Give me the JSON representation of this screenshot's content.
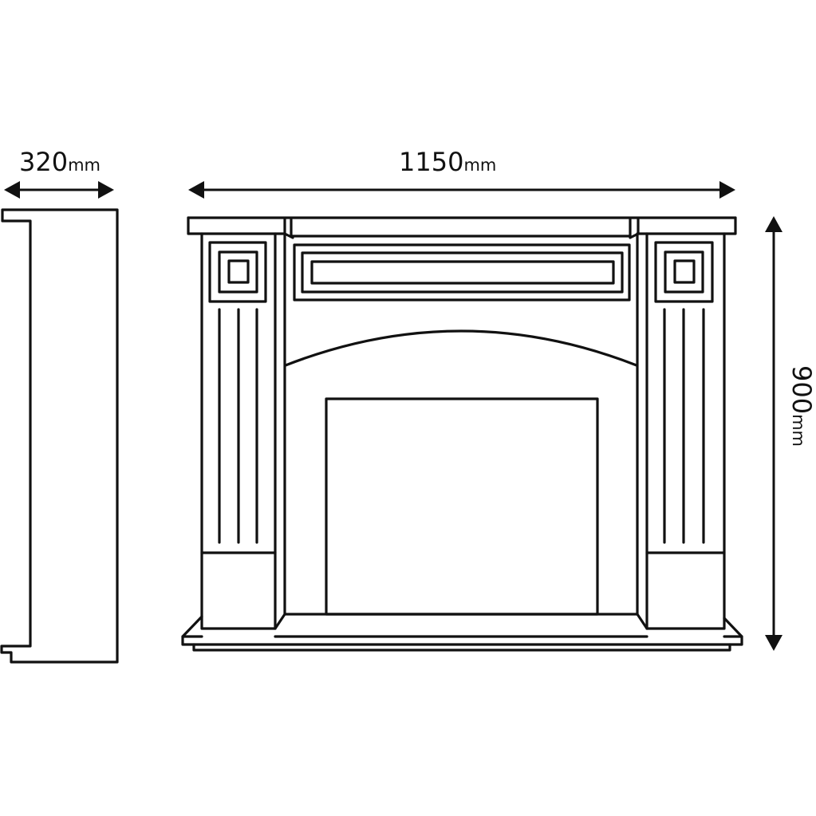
{
  "dimensions": {
    "depth": {
      "value": "320",
      "unit": "mm"
    },
    "width": {
      "value": "1150",
      "unit": "mm"
    },
    "height": {
      "value": "900",
      "unit": "mm"
    }
  },
  "colors": {
    "line": "#111111",
    "background": "#ffffff"
  }
}
